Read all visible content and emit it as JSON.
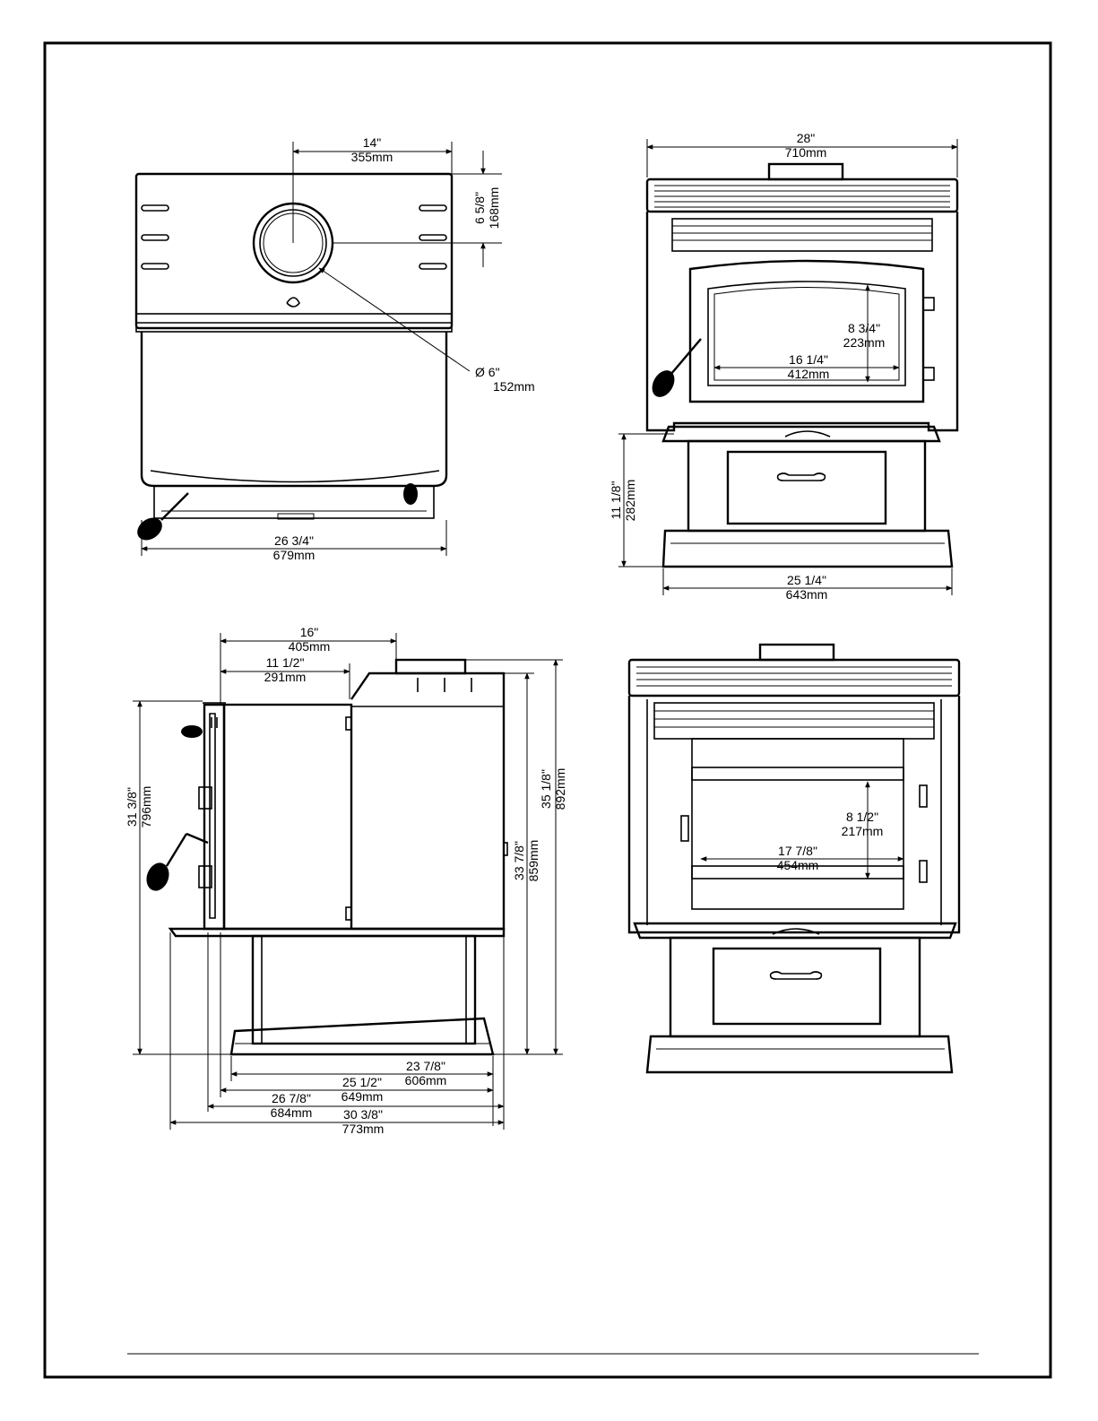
{
  "top_view": {
    "flue_offset": [
      "14\"",
      "355mm"
    ],
    "flue_depth": [
      "6 5/8\"",
      "168mm"
    ],
    "flue_diameter": [
      "Ø 6\"",
      "152mm"
    ],
    "width": [
      "26 3/4\"",
      "679mm"
    ]
  },
  "front_view": {
    "width": [
      "28\"",
      "710mm"
    ],
    "glass_height": [
      "8 3/4\"",
      "223mm"
    ],
    "glass_width": [
      "16 1/4\"",
      "412mm"
    ],
    "pedestal_height": [
      "11 1/8\"",
      "282mm"
    ],
    "base_width": [
      "25 1/4\"",
      "643mm"
    ]
  },
  "side_view": {
    "flue_center": [
      "16\"",
      "405mm"
    ],
    "top_depth": [
      "11 1/2\"",
      "291mm"
    ],
    "handle_height": [
      "31 3/8\"",
      "796mm"
    ],
    "top_height": [
      "33 7/8\"",
      "859mm"
    ],
    "flue_height": [
      "35 1/8\"",
      "892mm"
    ],
    "base_depth": [
      "23 7/8\"",
      "606mm"
    ],
    "body_depth": [
      "25 1/2\"",
      "649mm"
    ],
    "overall_depth": [
      "26 7/8\"",
      "684mm"
    ],
    "total_depth": [
      "30 3/8\"",
      "773mm"
    ]
  },
  "firebox_view": {
    "height": [
      "8 1/2\"",
      "217mm"
    ],
    "width": [
      "17 7/8\"",
      "454mm"
    ]
  }
}
